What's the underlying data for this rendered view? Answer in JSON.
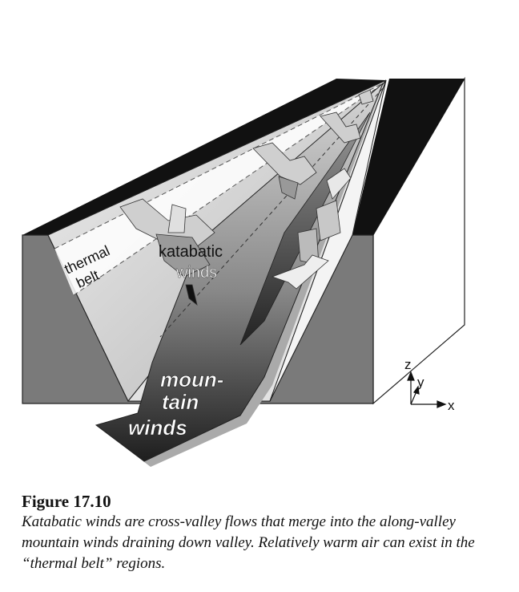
{
  "figure": {
    "labels": {
      "thermal_belt_line1": "thermal",
      "thermal_belt_line2": "belt",
      "katabatic_line1": "katabatic",
      "katabatic_line2": "winds",
      "mountain_line1": "moun-",
      "mountain_line2": "tain",
      "mountain_line3": "winds"
    },
    "axes": {
      "z": "z",
      "y": "y",
      "x": "x"
    },
    "colors": {
      "front_face": "#7a7a7a",
      "top_slab": "#111111",
      "slope": "#c8c8c8",
      "arrow_dark": "#333333"
    }
  },
  "caption": {
    "title": "Figure 17.10",
    "text": "Katabatic winds are cross-valley flows that merge into the along-valley mountain winds draining down valley.  Relatively warm air can exist in the “thermal belt” regions."
  }
}
